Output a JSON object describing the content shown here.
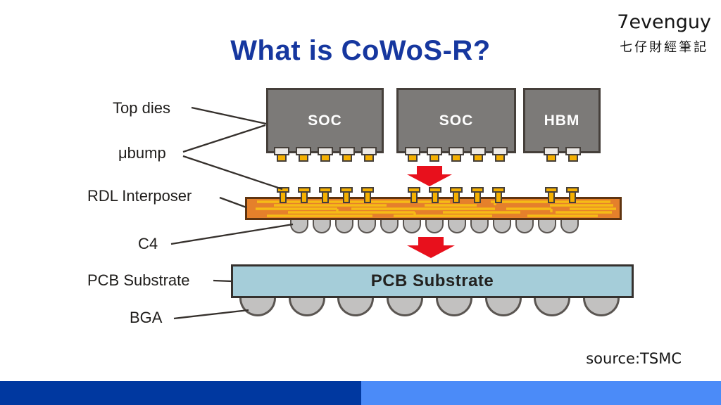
{
  "header": {
    "title": "What is CoWoS-R?",
    "brand_name": "7evenguy",
    "brand_subtitle": "七仔財經筆記"
  },
  "labels": {
    "top_dies": "Top dies",
    "ubump": "μbump",
    "rdl": "RDL Interposer",
    "c4": "C4",
    "pcb": "PCB Substrate",
    "bga": "BGA"
  },
  "dies": [
    {
      "label": "SOC",
      "ubump_count": 5
    },
    {
      "label": "SOC",
      "ubump_count": 5
    },
    {
      "label": "HBM",
      "ubump_count": 2
    }
  ],
  "interposer": {
    "rdl_bump_count": 12,
    "c4_bump_count": 13
  },
  "substrate": {
    "label": "PCB Substrate",
    "bga_ball_count": 8
  },
  "footer": {
    "source": "source:TSMC"
  },
  "colors": {
    "title_blue": "#16379f",
    "die_gray": "#7c7a78",
    "interposer_orange": "#e5802b",
    "trace_yellow": "#f6bb16",
    "bump_yellow": "#f5b000",
    "substrate_blue": "#a5cdd9",
    "arrow_red": "#e8101c",
    "solder_gray": "#c2c1c0",
    "bar_dark_blue": "#0038a0",
    "bar_light_blue": "#4b8bf8"
  }
}
